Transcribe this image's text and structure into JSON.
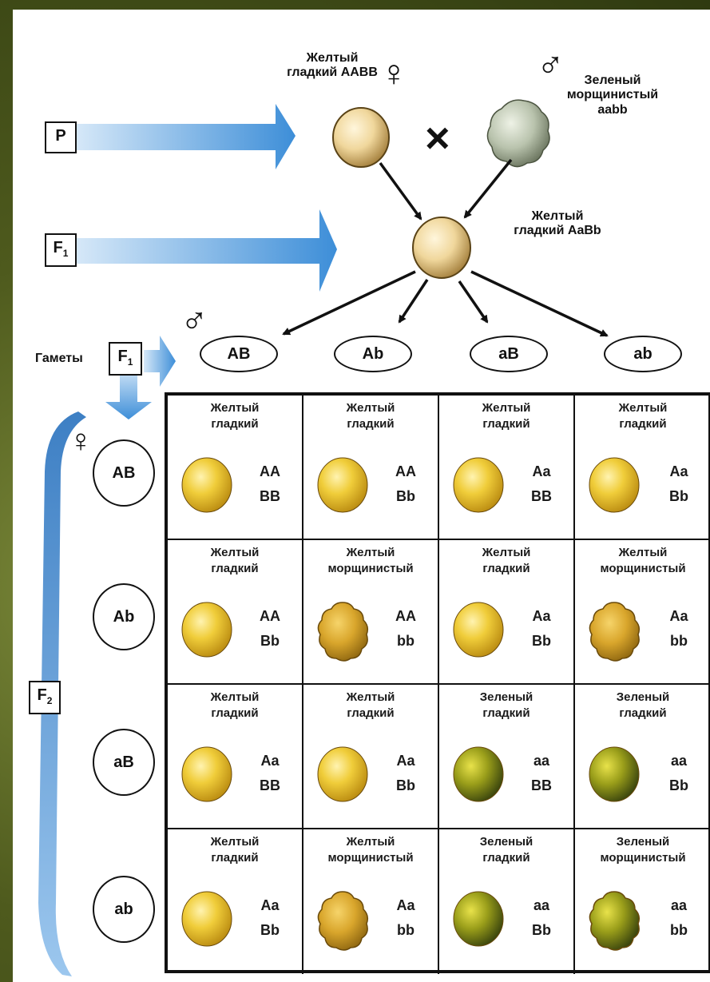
{
  "generations": {
    "p": "P",
    "f1": "F",
    "f1_sub": "1",
    "gametes_label": "Гаметы",
    "gametes_box": "F",
    "gametes_box_sub": "1",
    "f2": "F",
    "f2_sub": "2"
  },
  "parents": {
    "female": {
      "line1": "Желтый",
      "line2": "гладкий AABB",
      "symbol": "♀"
    },
    "male": {
      "line1": "Зеленый",
      "line2": "морщинистый",
      "line3": "aabb",
      "symbol": "♂"
    },
    "cross": "×"
  },
  "f1_plant": {
    "line1": "Желтый",
    "line2": "гладкий AaBb"
  },
  "male_symbol": "♂",
  "female_symbol": "♀",
  "male_gametes": [
    "AB",
    "Ab",
    "aB",
    "ab"
  ],
  "female_gametes": [
    "AB",
    "Ab",
    "aB",
    "ab"
  ],
  "colors": {
    "yellow_smooth": "#e8c23a",
    "yellow_wrinkled": "#d4a52c",
    "green": "#7c8a18",
    "arrow_blue": "#5aa0dd",
    "border": "#111111"
  },
  "grid": [
    [
      {
        "p1": "Желтый",
        "p2": "гладкий",
        "g1": "AA",
        "g2": "BB",
        "pea": "yellow-smooth"
      },
      {
        "p1": "Желтый",
        "p2": "гладкий",
        "g1": "AA",
        "g2": "Bb",
        "pea": "yellow-smooth"
      },
      {
        "p1": "Желтый",
        "p2": "гладкий",
        "g1": "Aa",
        "g2": "BB",
        "pea": "yellow-smooth"
      },
      {
        "p1": "Желтый",
        "p2": "гладкий",
        "g1": "Aa",
        "g2": "Bb",
        "pea": "yellow-smooth"
      }
    ],
    [
      {
        "p1": "Желтый",
        "p2": "гладкий",
        "g1": "AA",
        "g2": "Bb",
        "pea": "yellow-smooth"
      },
      {
        "p1": "Желтый",
        "p2": "морщинистый",
        "g1": "AA",
        "g2": "bb",
        "pea": "yellow-wrinkled"
      },
      {
        "p1": "Желтый",
        "p2": "гладкий",
        "g1": "Aa",
        "g2": "Bb",
        "pea": "yellow-smooth"
      },
      {
        "p1": "Желтый",
        "p2": "морщинистый",
        "g1": "Aa",
        "g2": "bb",
        "pea": "yellow-wrinkled"
      }
    ],
    [
      {
        "p1": "Желтый",
        "p2": "гладкий",
        "g1": "Aa",
        "g2": "BB",
        "pea": "yellow-smooth"
      },
      {
        "p1": "Желтый",
        "p2": "гладкий",
        "g1": "Aa",
        "g2": "Bb",
        "pea": "yellow-smooth"
      },
      {
        "p1": "Зеленый",
        "p2": "гладкий",
        "g1": "aa",
        "g2": "BB",
        "pea": "green-smooth"
      },
      {
        "p1": "Зеленый",
        "p2": "гладкий",
        "g1": "aa",
        "g2": "Bb",
        "pea": "green-smooth"
      }
    ],
    [
      {
        "p1": "Желтый",
        "p2": "гладкий",
        "g1": "Aa",
        "g2": "Bb",
        "pea": "yellow-smooth"
      },
      {
        "p1": "Желтый",
        "p2": "морщинистый",
        "g1": "Aa",
        "g2": "bb",
        "pea": "yellow-wrinkled"
      },
      {
        "p1": "Зеленый",
        "p2": "гладкий",
        "g1": "aa",
        "g2": "Bb",
        "pea": "green-smooth"
      },
      {
        "p1": "Зеленый",
        "p2": "морщинистый",
        "g1": "aa",
        "g2": "bb",
        "pea": "green-wrinkled"
      }
    ]
  ]
}
